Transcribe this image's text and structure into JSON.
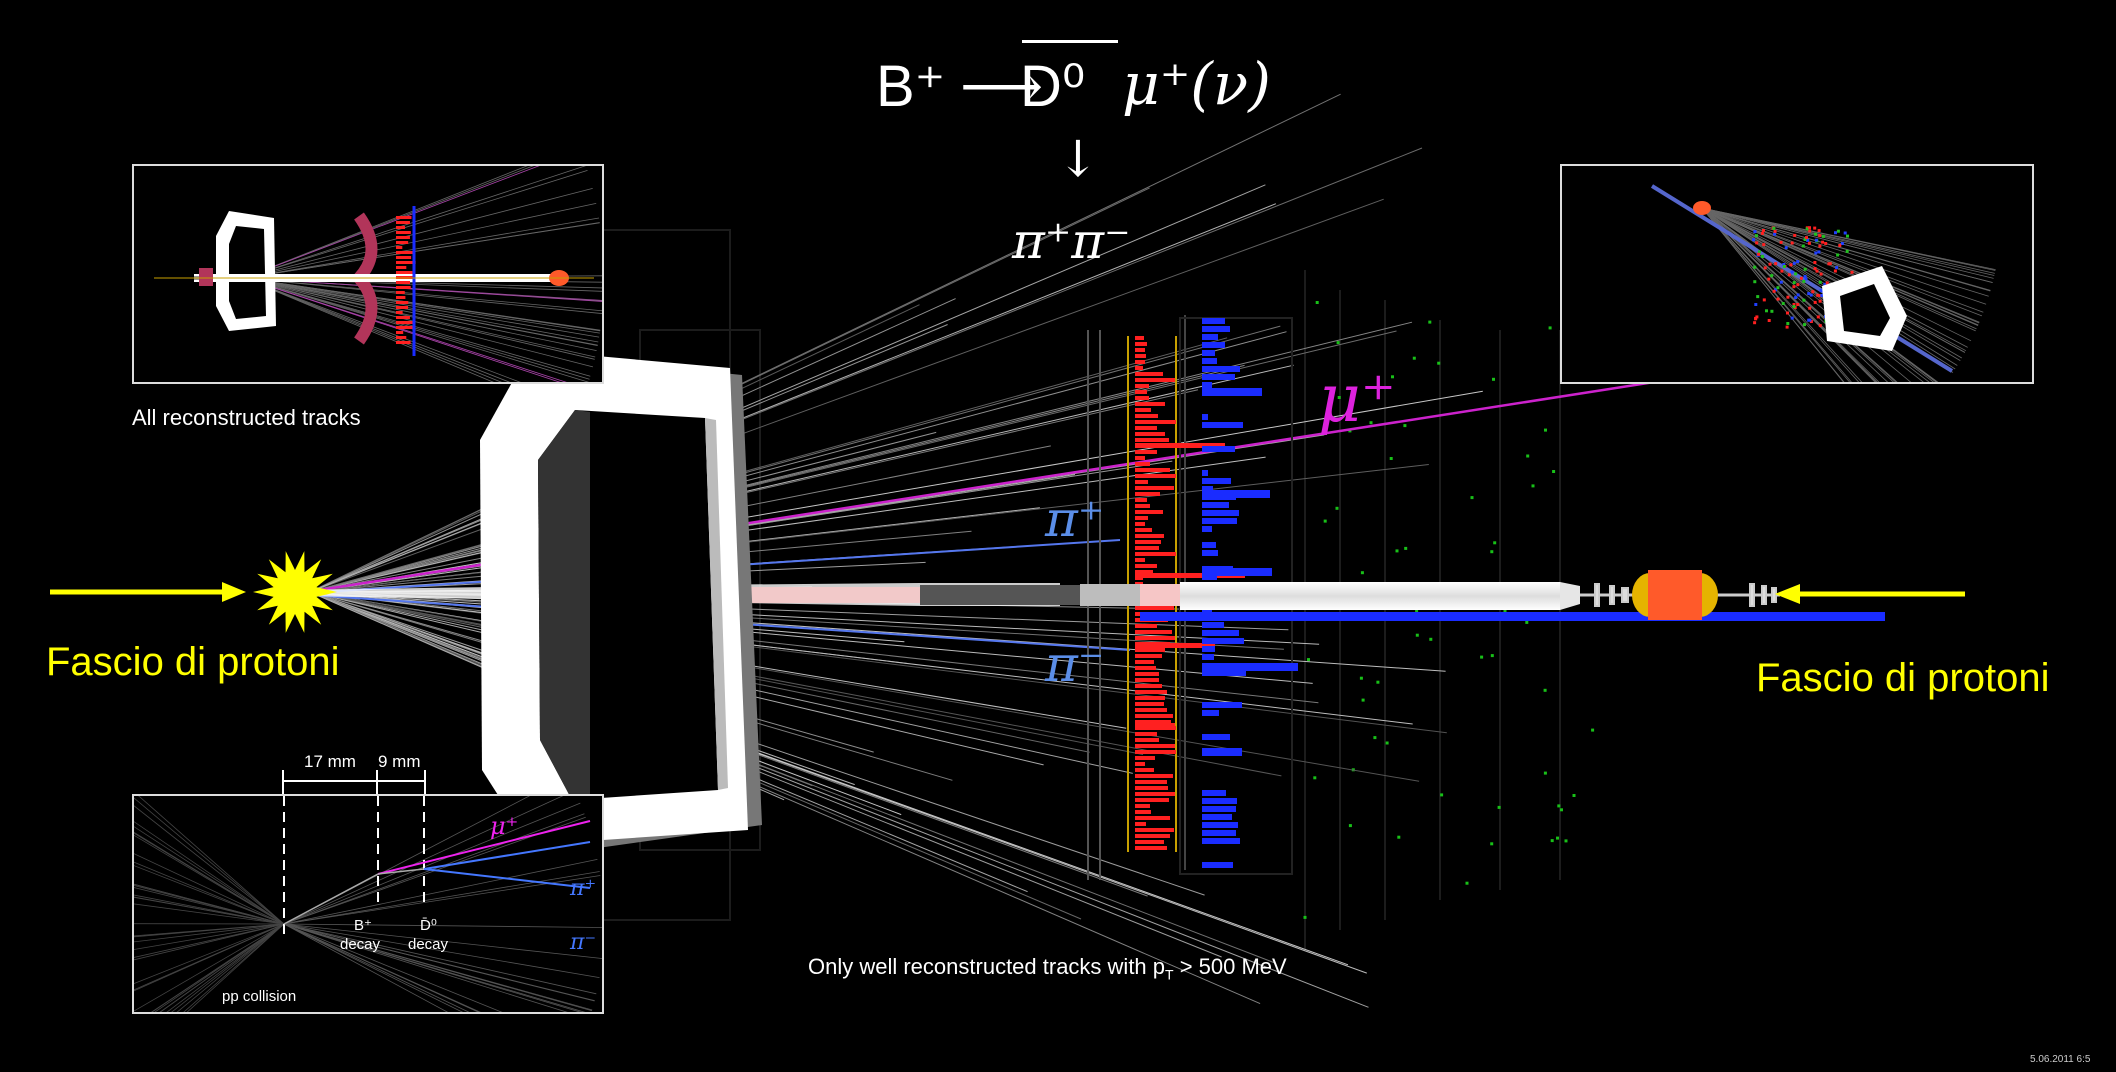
{
  "formula": {
    "b_plus": "B⁺",
    "arrow": "⟶",
    "d_meson": "D⁰",
    "mu_nu": "μ⁺(ν)",
    "down_arrow": "↓",
    "pion_pair": "π⁺π⁻"
  },
  "beam_labels": {
    "left": "Fascio di protoni",
    "right": "Fascio di protoni"
  },
  "track_labels": {
    "mu": "μ⁺",
    "pi_plus": "π⁺",
    "pi_minus": "π⁻"
  },
  "inset_top_left": {
    "caption": "All reconstructed tracks"
  },
  "inset_bottom_left": {
    "dist1": "17 mm",
    "dist2": "9 mm",
    "mu": "μ⁺",
    "pi_plus": "π⁺",
    "pi_minus": "π⁻",
    "b_label": "B⁺",
    "b_decay": "decay",
    "d_label": "D̄⁰",
    "d_decay": "decay",
    "pp": "pp collision"
  },
  "bottom_caption": {
    "text": "Only well reconstructed tracks with p",
    "sub": "T",
    "rest": " > 500 MeV"
  },
  "timestamp": "5.06.2011   6:5",
  "colors": {
    "beam_arrow": "#ffff00",
    "mu": "#dd22dd",
    "pion": "#5599ff",
    "hits_red": "#ff2020",
    "hits_blue": "#1a2cff"
  }
}
